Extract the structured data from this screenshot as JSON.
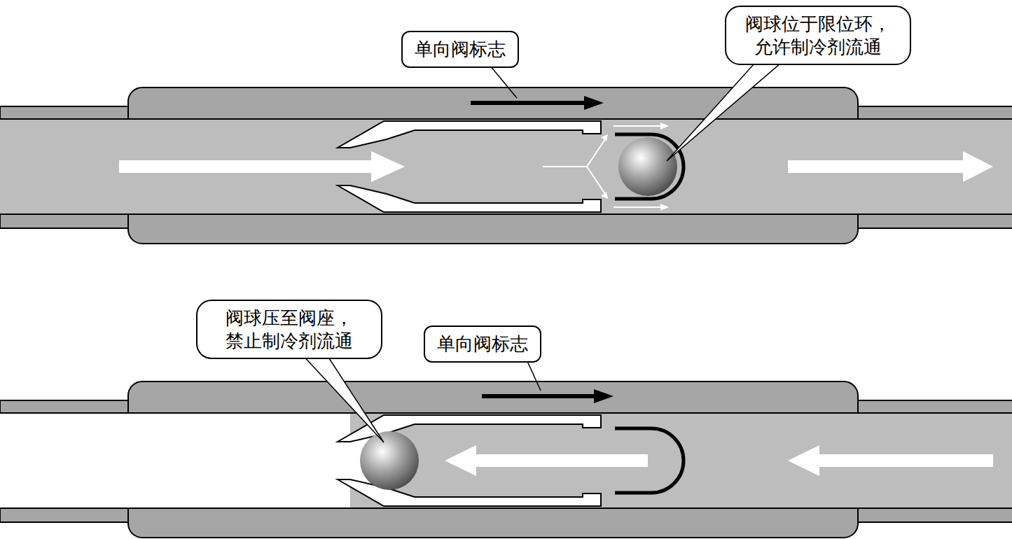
{
  "diagram": {
    "nodes": [
      {
        "text": [
          "单向阀标志"
        ]
      },
      {
        "text": [
          "阀球位于限位环， 允许制冷剂流通"
        ]
      },
      {
        "text": [
          "阀球压至阀座， 禁止制冷剂流通"
        ]
      },
      {
        "text": [
          "单向阀标志"
        ]
      }
    ]
  }
}
